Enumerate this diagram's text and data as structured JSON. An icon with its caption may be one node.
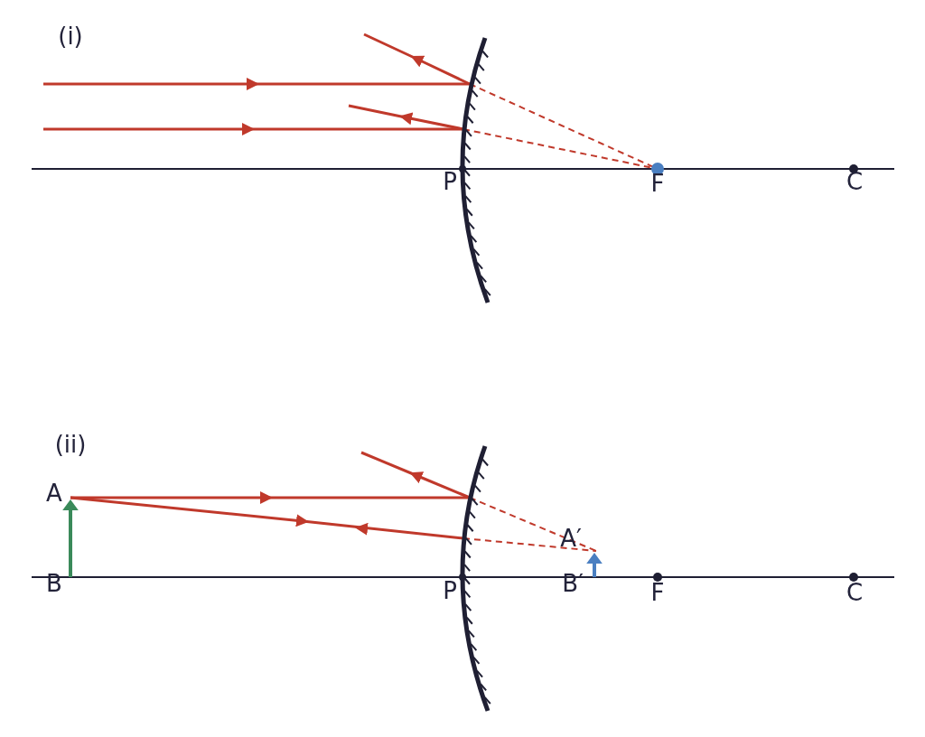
{
  "diagram": {
    "labels": [
      "(i)",
      "P",
      "F",
      "C",
      "(ii)",
      "A",
      "B",
      "P",
      "A′",
      "B′",
      "F",
      "C"
    ]
  }
}
